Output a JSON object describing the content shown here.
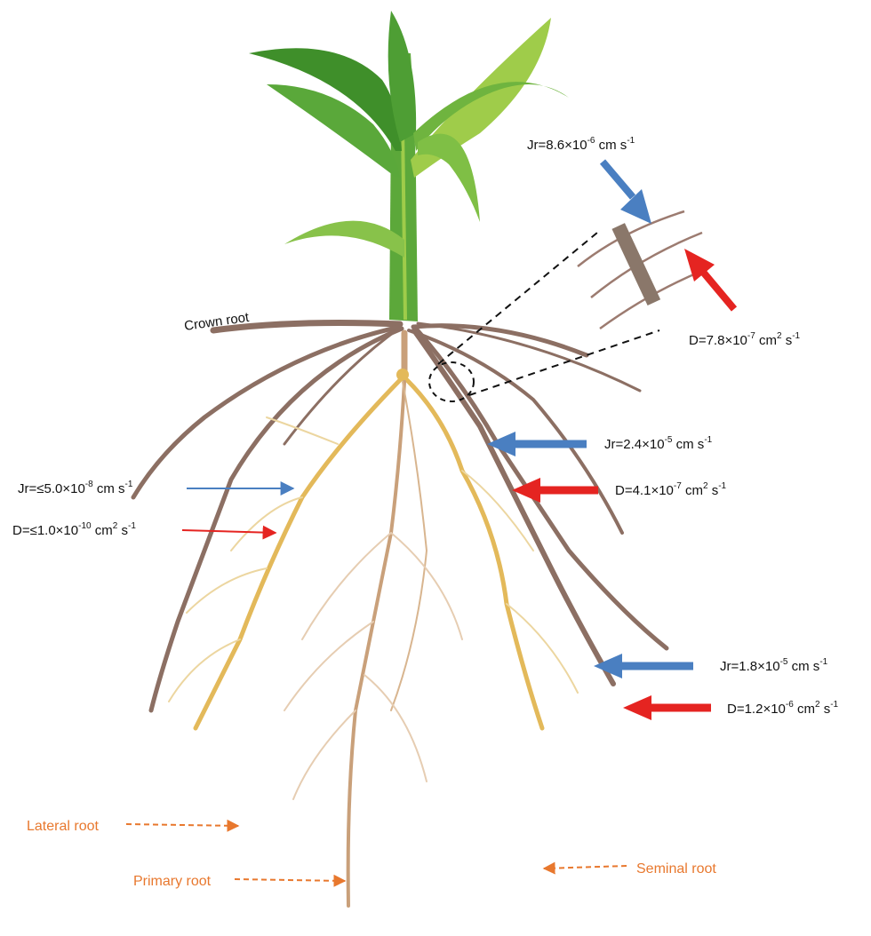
{
  "labels": {
    "crown_root": "Crown root",
    "lateral_root": "Lateral root",
    "primary_root": "Primary root",
    "seminal_root": "Seminal root"
  },
  "annotations": {
    "inset_jr": {
      "base": "Jr=8.6×10",
      "exp": "-6",
      "unit": " cm s",
      "unit_exp": "-1"
    },
    "inset_d": {
      "base": "D=7.8×10",
      "exp": "-7",
      "unit": " cm",
      "unit_exp": "2",
      "unit2": " s",
      "unit2_exp": "-1"
    },
    "mid_jr": {
      "base": "Jr=2.4×10",
      "exp": "-5",
      "unit": " cm s",
      "unit_exp": "-1"
    },
    "mid_d": {
      "base": "D=4.1×10",
      "exp": "-7",
      "unit": " cm",
      "unit_exp": "2",
      "unit2": " s",
      "unit2_exp": "-1"
    },
    "low_jr": {
      "base": "Jr=1.8×10",
      "exp": "-5",
      "unit": " cm s",
      "unit_exp": "-1"
    },
    "low_d": {
      "base": "D=1.2×10",
      "exp": "-6",
      "unit": " cm",
      "unit_exp": "2",
      "unit2": " s",
      "unit2_exp": "-1"
    },
    "lat_jr": {
      "base": "Jr=≤5.0×10",
      "exp": "-8",
      "unit": " cm s",
      "unit_exp": "-1"
    },
    "lat_d": {
      "base": "D=≤1.0×10",
      "exp": "-10",
      "unit": " cm",
      "unit_exp": "2",
      "unit2": " s",
      "unit2_exp": "-1"
    }
  },
  "colors": {
    "jr_arrow": "#4a7fc1",
    "d_arrow": "#e52421",
    "crown_root": "#8c6f63",
    "seminal_root": "#e3b95a",
    "primary_root": "#c9a07a",
    "label_orange": "#e8782e",
    "leaf_dark": "#3f8f2a",
    "leaf_light": "#9fcc4a"
  }
}
